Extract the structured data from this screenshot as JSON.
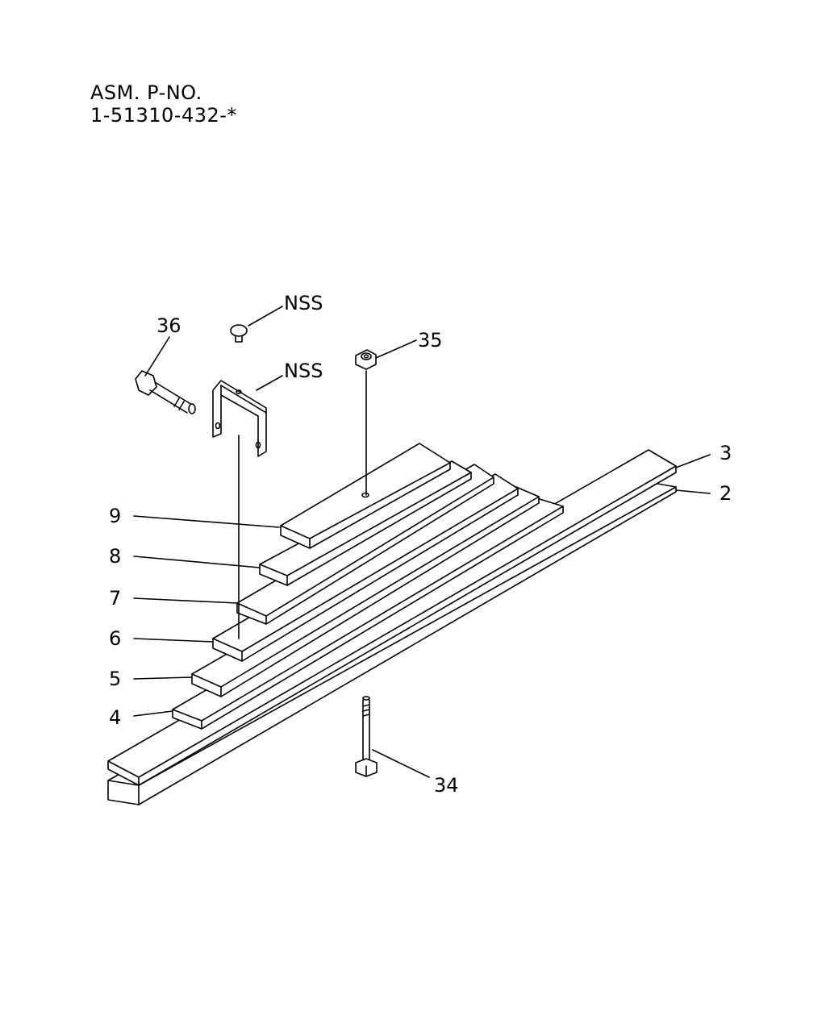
{
  "header": {
    "line1": "ASM. P-NO.",
    "line2": "1-51310-432-*"
  },
  "callouts": {
    "c2": "2",
    "c3": "3",
    "c4": "4",
    "c5": "5",
    "c6": "6",
    "c7": "7",
    "c8": "8",
    "c9": "9",
    "c34": "34",
    "c35": "35",
    "c36": "36",
    "nss_rivet": "NSS",
    "nss_clip": "NSS"
  }
}
